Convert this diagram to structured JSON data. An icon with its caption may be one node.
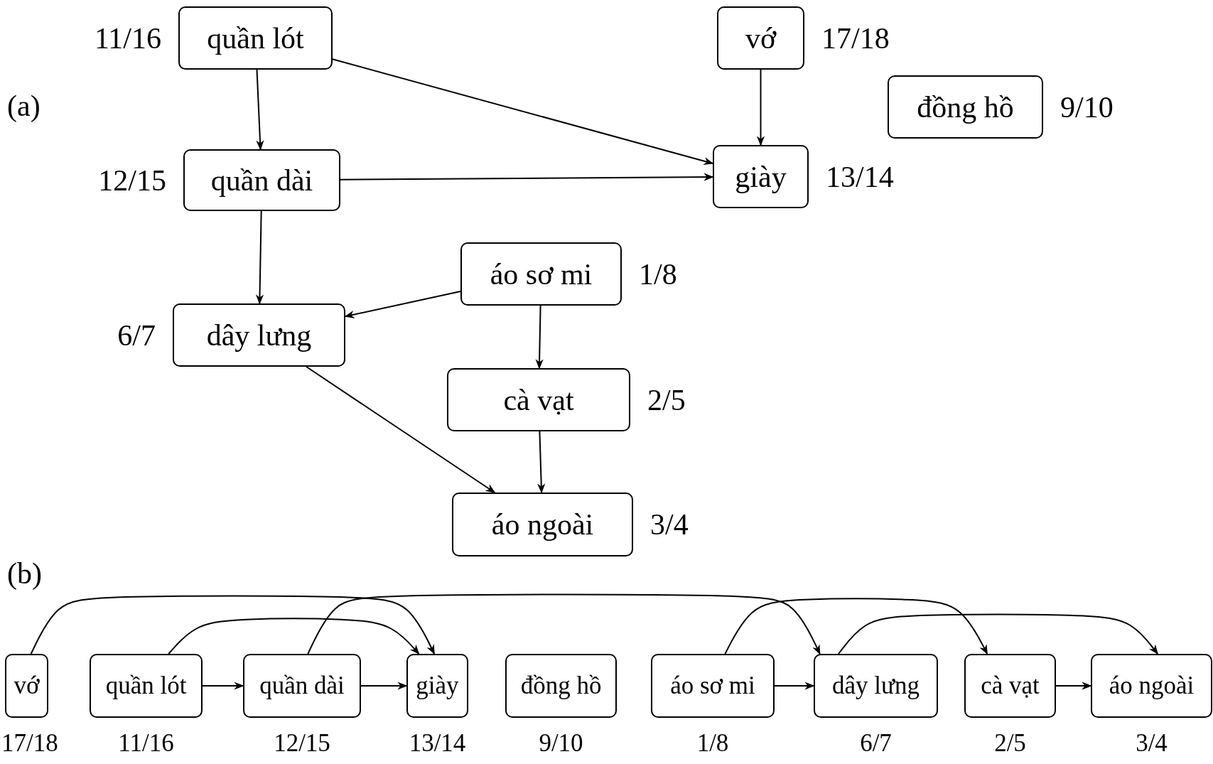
{
  "diagram": {
    "nodes": [
      {
        "text": [
          "quần lót"
        ],
        "beside": [
          "11/16"
        ]
      },
      {
        "text": [
          "vớ"
        ],
        "beside": [
          "17/18"
        ]
      },
      {
        "text": [
          "đồng hồ"
        ],
        "beside": [
          "9/10"
        ]
      },
      {
        "text": [
          "quần dài"
        ],
        "beside": [
          "12/15"
        ]
      },
      {
        "text": [
          "giày"
        ],
        "beside": [
          "13/14"
        ]
      },
      {
        "text": [
          "áo sơ mi"
        ],
        "beside": [
          "1/8"
        ]
      },
      {
        "text": [
          "dây lưng"
        ],
        "beside": [
          "6/7"
        ]
      },
      {
        "text": [
          "cà vạt"
        ],
        "beside": [
          "2/5"
        ]
      },
      {
        "text": [
          "áo ngoài"
        ],
        "beside": [
          "3/4"
        ]
      },
      {
        "text": [
          "vớ"
        ],
        "beside": [
          "17/18"
        ]
      },
      {
        "text": [
          "quần lót"
        ],
        "beside": [
          "11/16"
        ]
      },
      {
        "text": [
          "quần dài"
        ],
        "beside": [
          "12/15"
        ]
      },
      {
        "text": [
          "giày"
        ],
        "beside": [
          "13/14"
        ]
      },
      {
        "text": [
          "đồng hồ"
        ],
        "beside": [
          "9/10"
        ]
      },
      {
        "text": [
          "áo sơ mi"
        ],
        "beside": [
          "1/8"
        ]
      },
      {
        "text": [
          "dây lưng"
        ],
        "beside": [
          "6/7"
        ]
      },
      {
        "text": [
          "cà vạt"
        ],
        "beside": [
          "2/5"
        ]
      },
      {
        "text": [
          "áo ngoài"
        ],
        "beside": [
          "3/4"
        ]
      }
    ],
    "edges": [
      {
        "from": 0,
        "to": 3,
        "arrow": "to"
      },
      {
        "from": 0,
        "to": 4,
        "arrow": "to"
      },
      {
        "from": 1,
        "to": 4,
        "arrow": "to"
      },
      {
        "from": 3,
        "to": 4,
        "arrow": "to"
      },
      {
        "from": 3,
        "to": 6,
        "arrow": "to"
      },
      {
        "from": 5,
        "to": 6,
        "arrow": "to"
      },
      {
        "from": 5,
        "to": 7,
        "arrow": "to"
      },
      {
        "from": 6,
        "to": 8,
        "arrow": "to"
      },
      {
        "from": 7,
        "to": 8,
        "arrow": "to"
      },
      {
        "from": 9,
        "to": 12,
        "arrow": "to"
      },
      {
        "from": 10,
        "to": 11,
        "arrow": "to"
      },
      {
        "from": 10,
        "to": 12,
        "arrow": "to"
      },
      {
        "from": 11,
        "to": 12,
        "arrow": "to"
      },
      {
        "from": 11,
        "to": 15,
        "arrow": "to"
      },
      {
        "from": 14,
        "to": 15,
        "arrow": "to"
      },
      {
        "from": 14,
        "to": 16,
        "arrow": "to"
      },
      {
        "from": 15,
        "to": 17,
        "arrow": "to"
      },
      {
        "from": 16,
        "to": 17,
        "arrow": "to"
      }
    ],
    "labels": [
      "(a)",
      "(b)"
    ]
  }
}
